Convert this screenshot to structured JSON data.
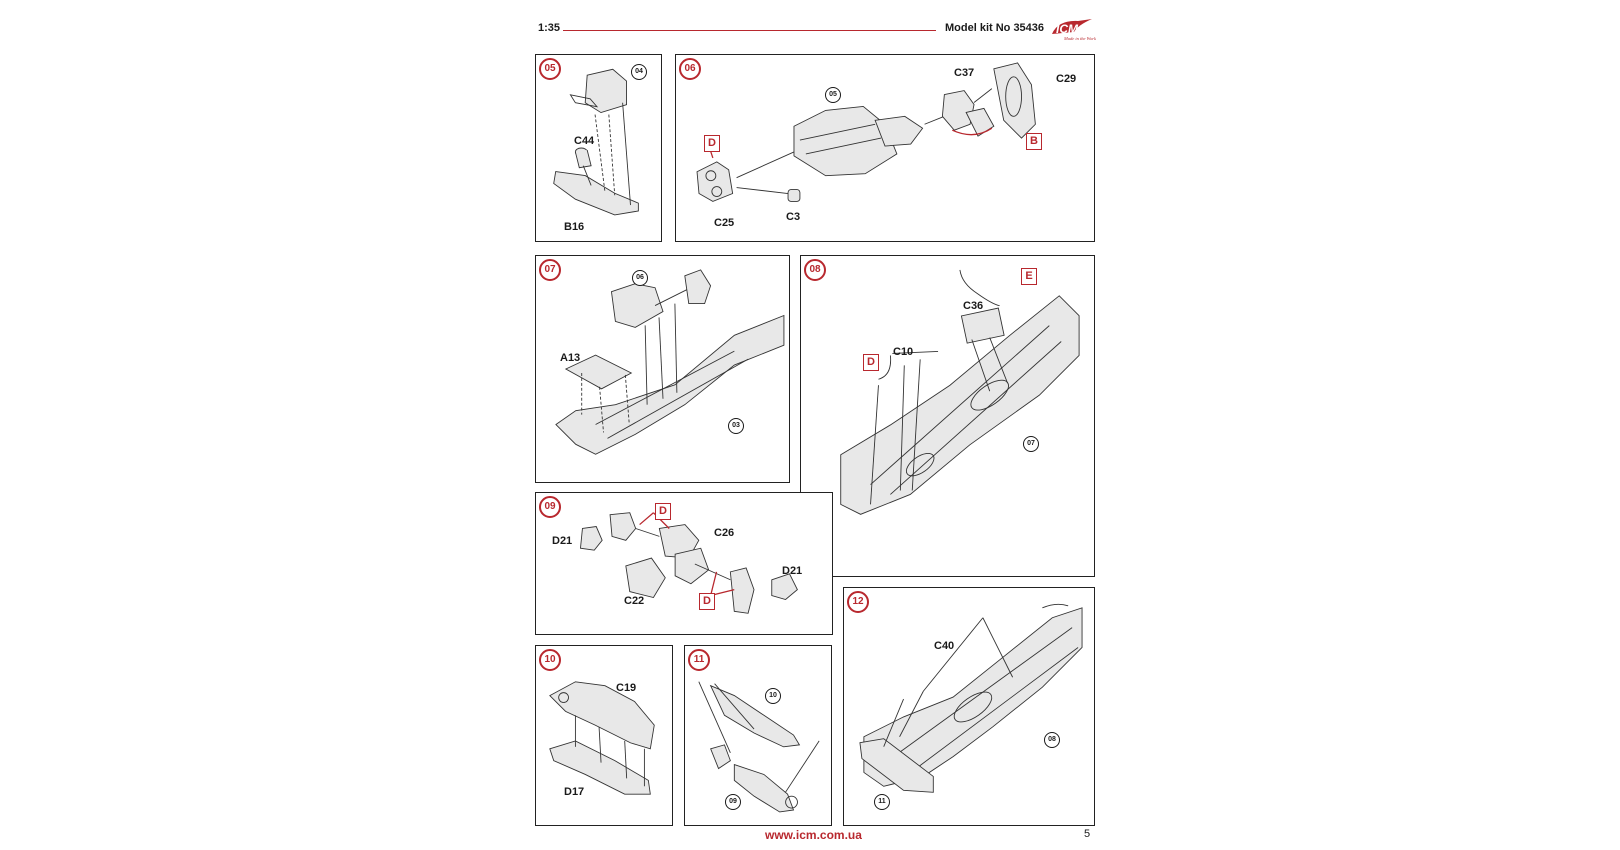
{
  "header": {
    "scale": "1:35",
    "kit": "Model kit No 35436"
  },
  "logo": {
    "brand": "ICM",
    "tagline": "Made in the World",
    "color": "#b8282e"
  },
  "footer": {
    "url": "www.icm.com.ua",
    "page": "5"
  },
  "accent_color": "#b8282e",
  "steps": {
    "s05": {
      "num": "05",
      "labels": {
        "c44": "C44",
        "b16": "B16"
      },
      "refs": {
        "r04": "04"
      }
    },
    "s06": {
      "num": "06",
      "labels": {
        "c37": "C37",
        "c29": "C29",
        "c25": "C25",
        "c3": "C3"
      },
      "refs": {
        "r05": "05"
      },
      "marks": {
        "d": "D",
        "b": "B"
      }
    },
    "s07": {
      "num": "07",
      "labels": {
        "a13": "A13"
      },
      "refs": {
        "r06": "06",
        "r03": "03"
      }
    },
    "s08": {
      "num": "08",
      "labels": {
        "c36": "C36",
        "c10": "C10"
      },
      "refs": {
        "r07": "07"
      },
      "marks": {
        "e": "E",
        "d": "D"
      }
    },
    "s09": {
      "num": "09",
      "labels": {
        "d21a": "D21",
        "c26": "C26",
        "c22": "C22",
        "d21b": "D21"
      },
      "marks": {
        "d1": "D",
        "d2": "D"
      }
    },
    "s10": {
      "num": "10",
      "labels": {
        "c19": "C19",
        "d17": "D17"
      }
    },
    "s11": {
      "num": "11",
      "refs": {
        "r10": "10",
        "r09": "09"
      }
    },
    "s12": {
      "num": "12",
      "labels": {
        "c40": "C40"
      },
      "refs": {
        "r08": "08",
        "r11": "11"
      }
    }
  }
}
